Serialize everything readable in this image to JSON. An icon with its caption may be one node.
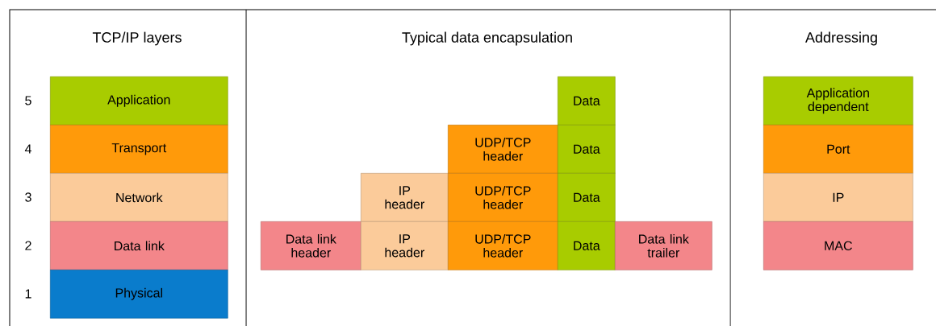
{
  "diagram": {
    "nodes": [
      {
        "text": [
          "Application"
        ]
      },
      {
        "text": [
          "Transport"
        ]
      },
      {
        "text": [
          "Network"
        ]
      },
      {
        "text": [
          "Data link"
        ]
      },
      {
        "text": [
          "Physical"
        ]
      },
      {
        "text": [
          "Data"
        ]
      },
      {
        "text": [
          "UDP/TCP header"
        ]
      },
      {
        "text": [
          "Data"
        ]
      },
      {
        "text": [
          "IP header"
        ]
      },
      {
        "text": [
          "UDP/TCP header"
        ]
      },
      {
        "text": [
          "Data"
        ]
      },
      {
        "text": [
          "Data link header"
        ]
      },
      {
        "text": [
          "IP header"
        ]
      },
      {
        "text": [
          "UDP/TCP header"
        ]
      },
      {
        "text": [
          "Data"
        ]
      },
      {
        "text": [
          "Data link trailer"
        ]
      },
      {
        "text": [
          "Application dependent"
        ]
      },
      {
        "text": [
          "Port"
        ]
      },
      {
        "text": [
          "IP"
        ]
      },
      {
        "text": [
          "MAC"
        ]
      }
    ],
    "labels": [
      "TCP/IP layers",
      "Typical data encapsulation",
      "Addressing",
      "5",
      "4",
      "3",
      "2",
      "1"
    ]
  }
}
